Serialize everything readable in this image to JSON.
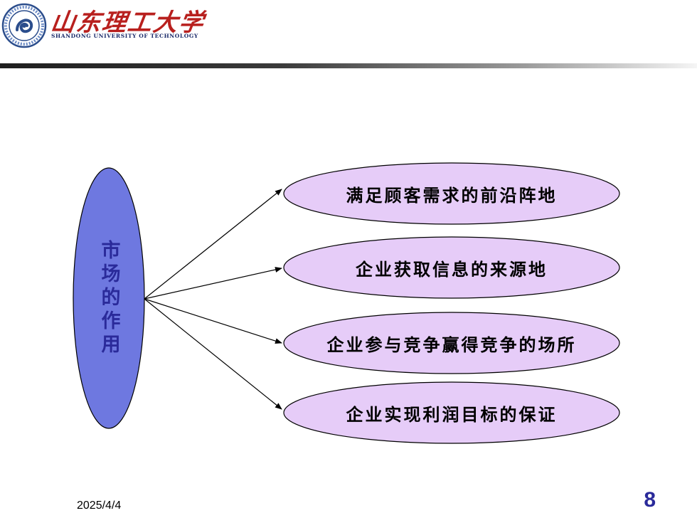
{
  "header": {
    "university_cn": "山东理工大学",
    "university_en": "SHANDONG UNIVERSITY OF TECHNOLOGY"
  },
  "diagram": {
    "center_label": "市场的作用",
    "branches": [
      "满足顾客需求的前沿阵地",
      "企业获取信息的来源地",
      "企业参与竞争赢得竞争的场所",
      "企业实现利润目标的保证"
    ]
  },
  "footer": {
    "date": "2025/4/4",
    "page_number": "8"
  },
  "colors": {
    "center_fill": "#6e78e0",
    "center_text": "#2a2a9a",
    "branch_fill": "#e6ccf8",
    "line": "#000000",
    "brand_red": "#b8201e",
    "page_number": "#2a2a9a"
  }
}
